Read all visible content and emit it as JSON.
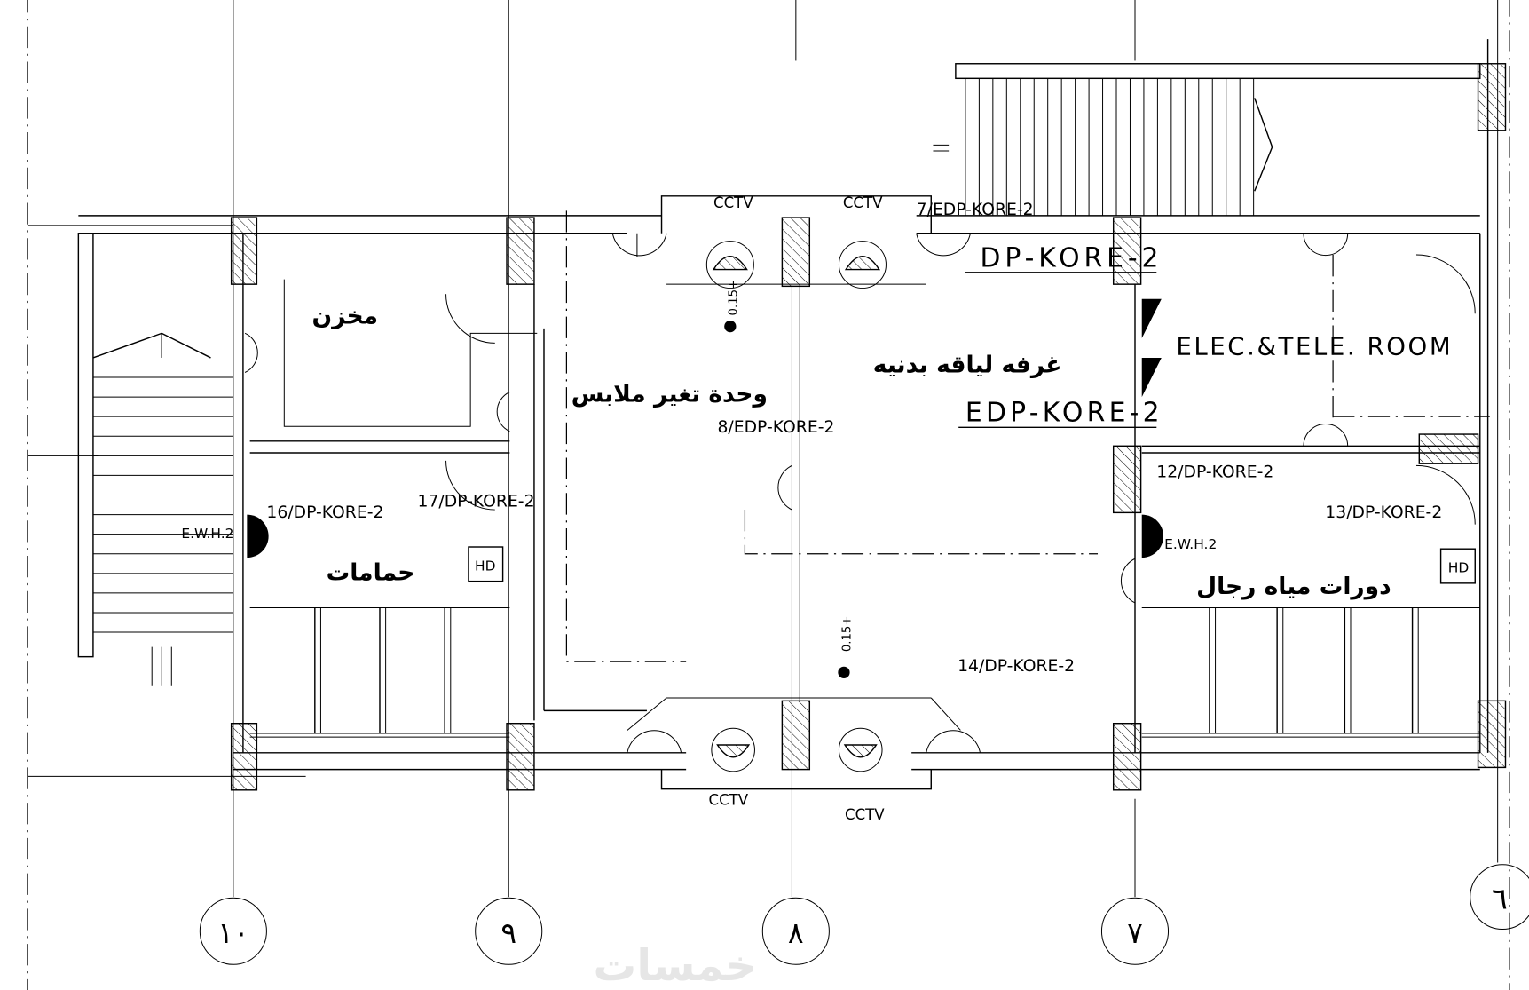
{
  "rooms": {
    "storage": "مخزن",
    "changing": "وحدة تغير ملابس",
    "gym": "غرفه لياقه بدنيه",
    "elec": "ELEC.&TELE. ROOM",
    "bathrooms": "حمامات",
    "men_wc": "دورات مياه رجال"
  },
  "panels": {
    "dp": "DP-KORE-2",
    "edp": "EDP-KORE-2"
  },
  "circuits": {
    "c7": "7/EDP-KORE-2",
    "c8": "8/EDP-KORE-2",
    "c12": "12/DP-KORE-2",
    "c13": "13/DP-KORE-2",
    "c14": "14/DP-KORE-2",
    "c16": "16/DP-KORE-2",
    "c17": "17/DP-KORE-2"
  },
  "devices": {
    "cctv": "CCTV",
    "ewh": "E.W.H.2",
    "hd": "HD",
    "height": "0.15+"
  },
  "grid": [
    "١٠",
    "٩",
    "٨",
    "٧",
    "٦"
  ],
  "watermark": "خمسات"
}
